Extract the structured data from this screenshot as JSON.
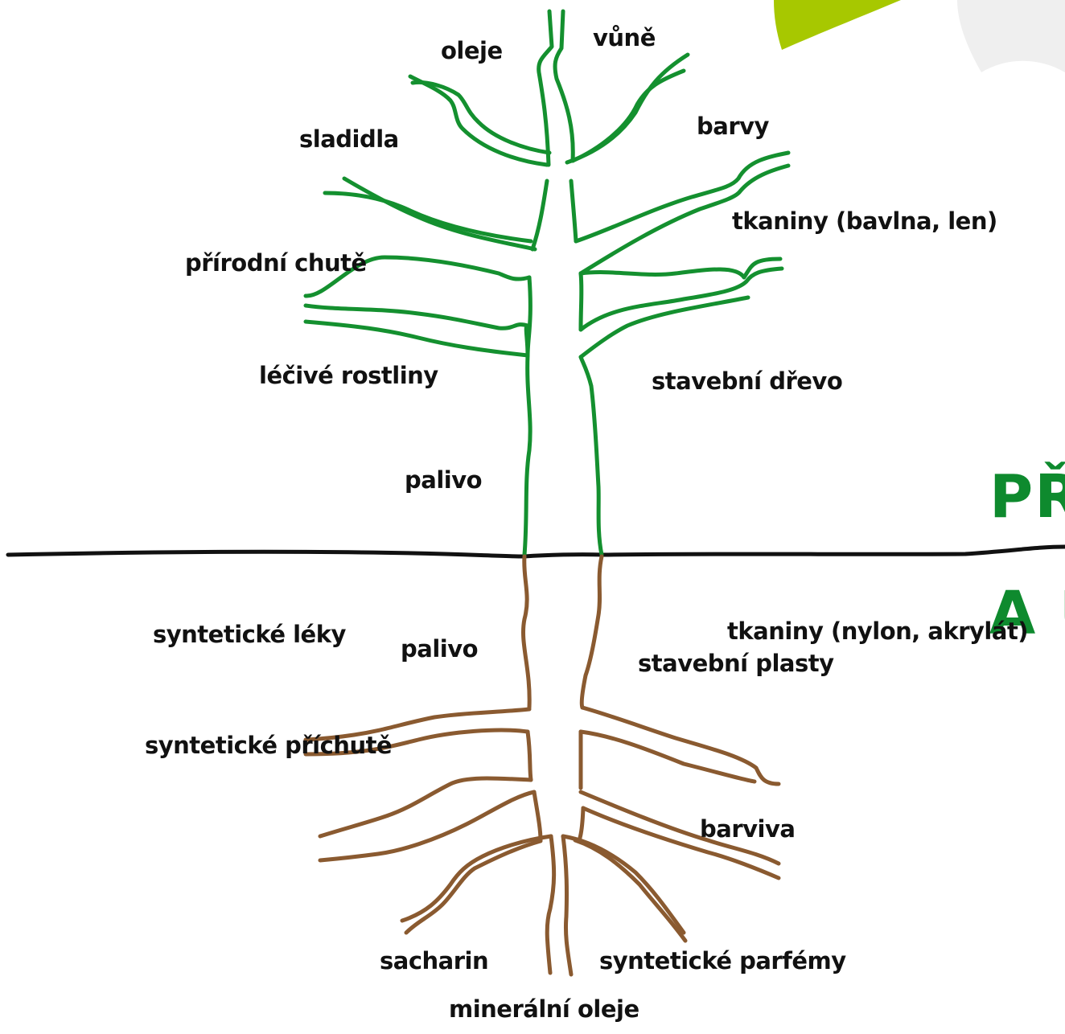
{
  "title_fragments": [
    "PŘ",
    "A U"
  ],
  "above_ground": {
    "labels": [
      "oleje",
      "vůně",
      "sladidla",
      "barvy",
      "tkaniny (bavlna, len)",
      "přírodní chutě",
      "léčivé rostliny",
      "stavební dřevo",
      "palivo"
    ]
  },
  "below_ground": {
    "labels": [
      "palivo",
      "stavební plasty",
      "syntetické léky",
      "tkaniny (nylon, akrylát)",
      "syntetické příchutě",
      "barviva",
      "sacharin",
      "syntetické parfémy",
      "minerální oleje"
    ]
  },
  "colors": {
    "tree": "#14902f",
    "roots": "#8a5a30",
    "ground": "#111111",
    "title": "#0e8a2e",
    "leaf_accent": "#a7c800",
    "leaf_shadow": "#efefef"
  }
}
